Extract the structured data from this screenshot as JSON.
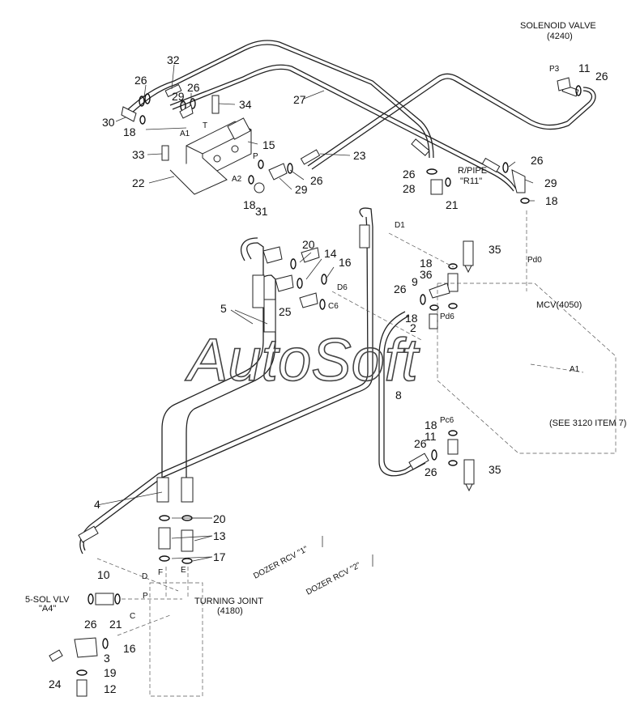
{
  "labels": {
    "solenoid_valve": "SOLENOID VALVE",
    "solenoid_valve_code": "(4240)",
    "r_pipe": "R/PIPE",
    "r11": "\"R11\"",
    "mcv": "MCV(4050)",
    "see_item": "(SEE 3120 ITEM 7)",
    "turning_joint": "TURNING JOINT",
    "turning_joint_code": "(4180)",
    "sol_vlv": "5-SOL VLV",
    "a4": "\"A4\"",
    "dozer1": "DOZER RCV \"1\"",
    "dozer2": "DOZER RCV \"2\""
  },
  "ports": {
    "t": "T",
    "p": "P",
    "a1": "A1",
    "a2": "A2",
    "p3": "P3",
    "d1": "D1",
    "d6": "D6",
    "c6": "C6",
    "pd6": "Pd6",
    "pd0": "Pd0",
    "a1_mcv": "A1",
    "pc6": "Pc6",
    "d": "D",
    "f": "F",
    "e": "E",
    "p_low": "P",
    "c": "C"
  },
  "callouts": {
    "n32": "32",
    "n26a": "26",
    "n26b": "26",
    "n29a": "29",
    "n34": "34",
    "n30": "30",
    "n18a": "18",
    "n15": "15",
    "n33": "33",
    "n22": "22",
    "n27": "27",
    "n23": "23",
    "n26c": "26",
    "n29b": "29",
    "n18b": "18",
    "n31": "31",
    "n11a": "11",
    "n26d": "26",
    "n26e": "26",
    "n26f": "26",
    "n28": "28",
    "n21a": "21",
    "n29c": "29",
    "n18c": "18",
    "n20a": "20",
    "n14": "14",
    "n16a": "16",
    "n5": "5",
    "n25": "25",
    "n35a": "35",
    "n18d": "18",
    "n36": "36",
    "n26g": "26",
    "n9": "9",
    "n18e": "18",
    "n2": "2",
    "n8": "8",
    "n18f": "18",
    "n11b": "11",
    "n26h": "26",
    "n26i": "26",
    "n35b": "35",
    "n4": "4",
    "n20b": "20",
    "n13": "13",
    "n17": "17",
    "n10": "10",
    "n26j": "26",
    "n21b": "21",
    "n3": "3",
    "n16b": "16",
    "n19": "19",
    "n24": "24",
    "n12": "12"
  },
  "watermark": "AutoSoft"
}
